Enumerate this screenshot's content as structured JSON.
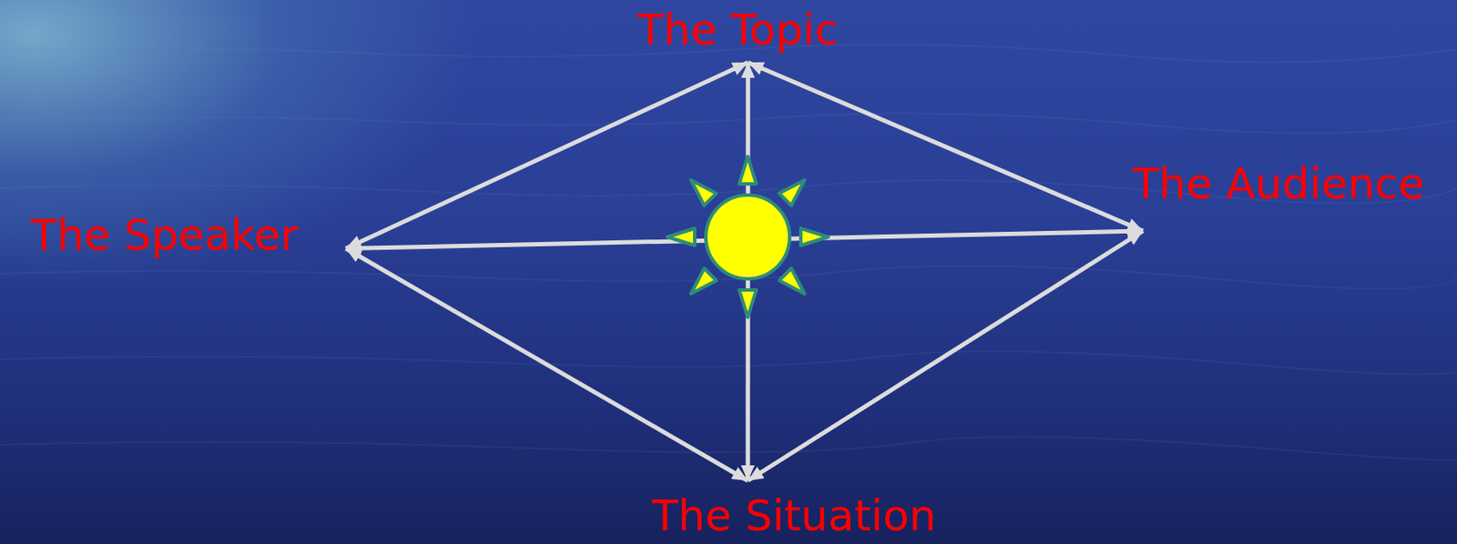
{
  "diagram": {
    "nodes": [
      {
        "text": [
          "The Topic"
        ]
      },
      {
        "text": [
          "The Speaker"
        ]
      },
      {
        "text": [
          "The Audience"
        ]
      },
      {
        "text": [
          "The Situation"
        ]
      }
    ],
    "edges": [
      {
        "from": 0,
        "to": 1,
        "arrow": "both"
      },
      {
        "from": 0,
        "to": 2,
        "arrow": "both"
      },
      {
        "from": 0,
        "to": 3,
        "arrow": "both"
      },
      {
        "from": 1,
        "to": 2,
        "arrow": "both"
      },
      {
        "from": 1,
        "to": 3,
        "arrow": "both"
      },
      {
        "from": 2,
        "to": 3,
        "arrow": "both"
      }
    ]
  }
}
